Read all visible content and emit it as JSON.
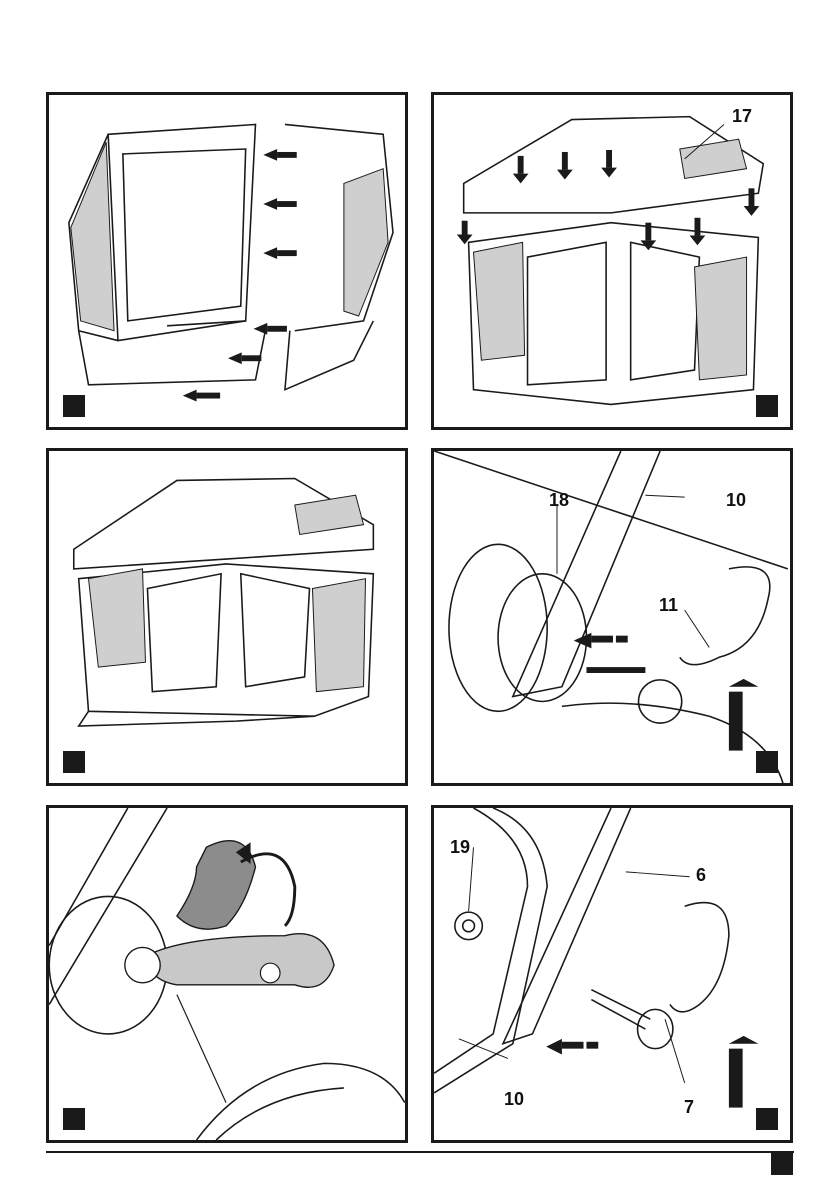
{
  "panels": [
    {
      "id": "A",
      "callouts": []
    },
    {
      "id": "B",
      "callouts": [
        "17"
      ]
    },
    {
      "id": "C",
      "callouts": []
    },
    {
      "id": "D",
      "callouts": [
        "18",
        "10",
        "11"
      ]
    },
    {
      "id": "E",
      "callouts": []
    },
    {
      "id": "F",
      "callouts": [
        "19",
        "6",
        "10",
        "7"
      ]
    }
  ],
  "colors": {
    "ink": "#1a1a1a",
    "lever_dark": "#8c8c8c",
    "lever_light": "#c8c8c8"
  }
}
